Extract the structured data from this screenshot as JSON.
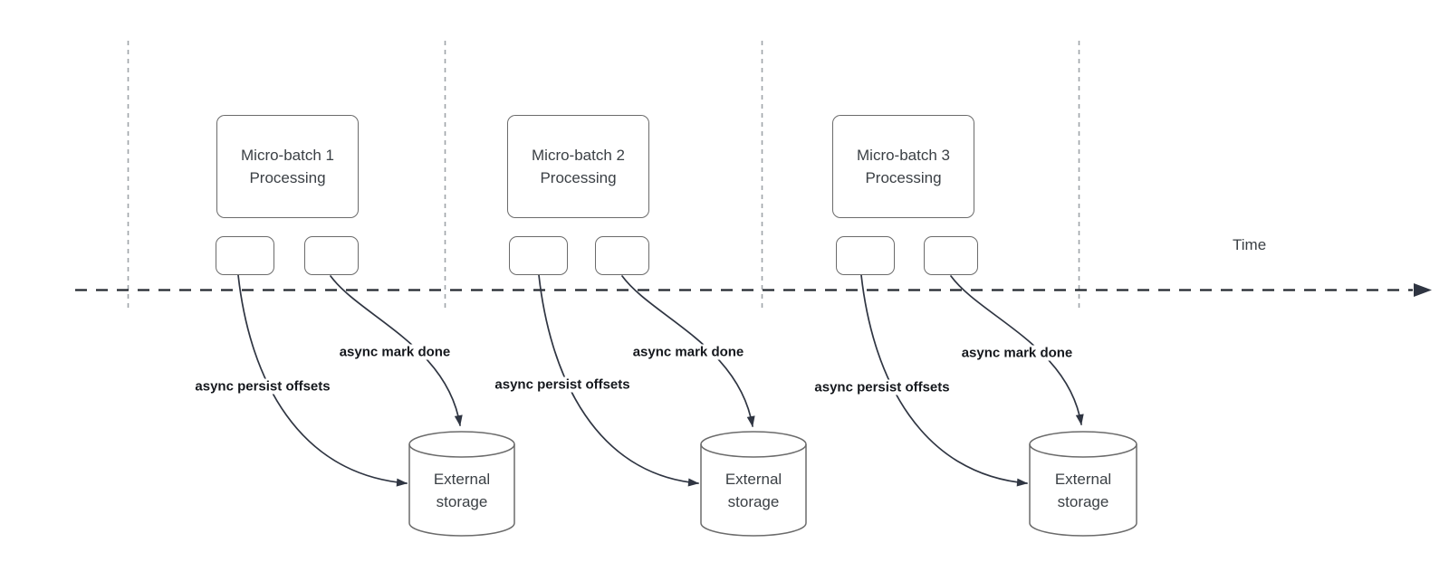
{
  "timeline": {
    "label": "Time"
  },
  "groups": [
    {
      "title_line1": "Micro-batch 1",
      "title_line2": "Processing",
      "persist_label": "async persist offsets",
      "mark_label": "async mark done",
      "storage_line1": "External",
      "storage_line2": "storage"
    },
    {
      "title_line1": "Micro-batch 2",
      "title_line2": "Processing",
      "persist_label": "async persist offsets",
      "mark_label": "async mark done",
      "storage_line1": "External",
      "storage_line2": "storage"
    },
    {
      "title_line1": "Micro-batch 3",
      "title_line2": "Processing",
      "persist_label": "async persist offsets",
      "mark_label": "async mark done",
      "storage_line1": "External",
      "storage_line2": "storage"
    }
  ],
  "colors": {
    "connector": "#2f3542",
    "time_axis": "#23282f",
    "guide_line": "#9fa4a9",
    "shape_border": "#6b6b6b",
    "shape_text": "#3b4045",
    "edge_label_text": "#15181d",
    "background": "#ffffff"
  }
}
